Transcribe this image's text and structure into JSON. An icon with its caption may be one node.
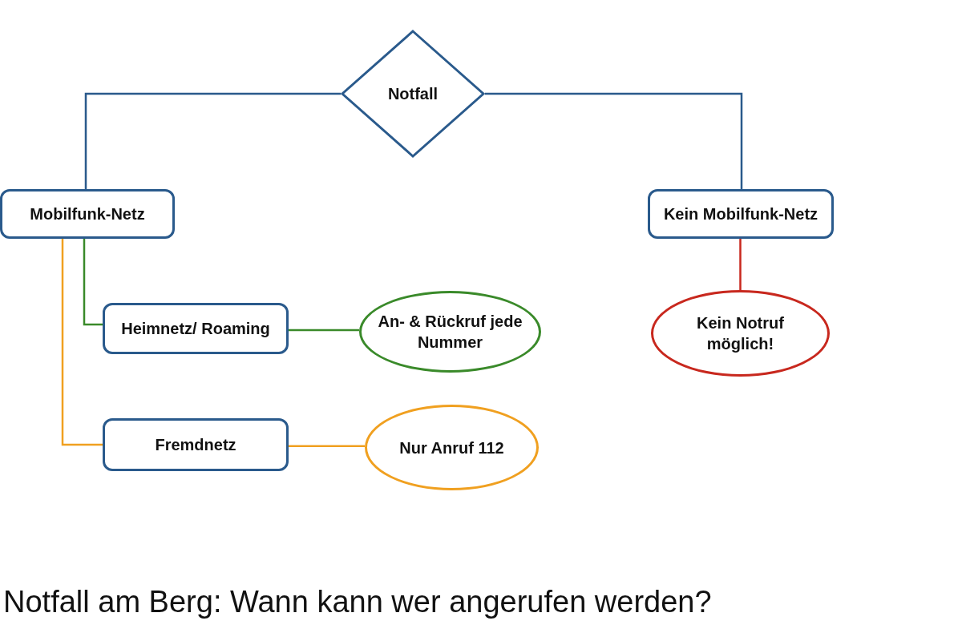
{
  "diagram": {
    "caption": "Notfall am Berg: Wann kann wer angerufen werden?",
    "nodes": [
      {
        "text": [
          "Notfall"
        ]
      },
      {
        "text": [
          "Mobilfunk-Netz"
        ]
      },
      {
        "text": [
          "Kein Mobilfunk-Netz"
        ]
      },
      {
        "text": [
          "Heimnetz/ Roaming"
        ]
      },
      {
        "text": [
          "An- & Rückruf jede Nummer"
        ]
      },
      {
        "text": [
          "Kein Notruf möglich!"
        ]
      },
      {
        "text": [
          "Fremdnetz"
        ]
      },
      {
        "text": [
          "Nur Anruf 112"
        ]
      }
    ],
    "edges": [
      {
        "from": 0,
        "to": 1,
        "arrow": "none",
        "color": "#2a5a8c"
      },
      {
        "from": 0,
        "to": 2,
        "arrow": "none",
        "color": "#2a5a8c"
      },
      {
        "from": 1,
        "to": 3,
        "arrow": "none",
        "color": "#3a8a2a"
      },
      {
        "from": 1,
        "to": 6,
        "arrow": "none",
        "color": "#f0a020"
      },
      {
        "from": 3,
        "to": 4,
        "arrow": "none",
        "color": "#3a8a2a"
      },
      {
        "from": 6,
        "to": 7,
        "arrow": "none",
        "color": "#f0a020"
      },
      {
        "from": 2,
        "to": 5,
        "arrow": "none",
        "color": "#c8281e"
      }
    ]
  }
}
